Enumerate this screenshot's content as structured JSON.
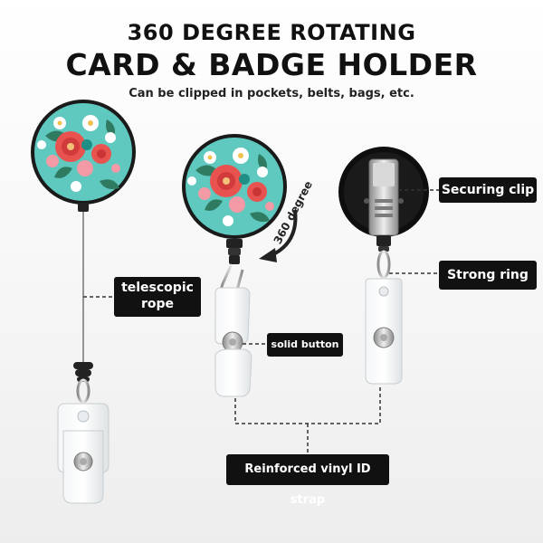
{
  "header": {
    "line1": "360 DEGREE ROTATING",
    "line2": "CARD & BADGE HOLDER",
    "subtitle": "Can be clipped in pockets, belts, bags, etc."
  },
  "labels": {
    "telescopic_rope": "telescopic\nrope",
    "solid_button": "solid button",
    "securing_clip": "Securing clip",
    "strong_ring": "Strong ring",
    "vinyl_strap": "Reinforced vinyl ID strap",
    "rotation": "360 degree"
  },
  "colors": {
    "teal": "#5fc8bf",
    "coral": "#e9534f",
    "pink": "#f39aa6",
    "leaf": "#2f7b62",
    "label_bg": "#111111"
  }
}
